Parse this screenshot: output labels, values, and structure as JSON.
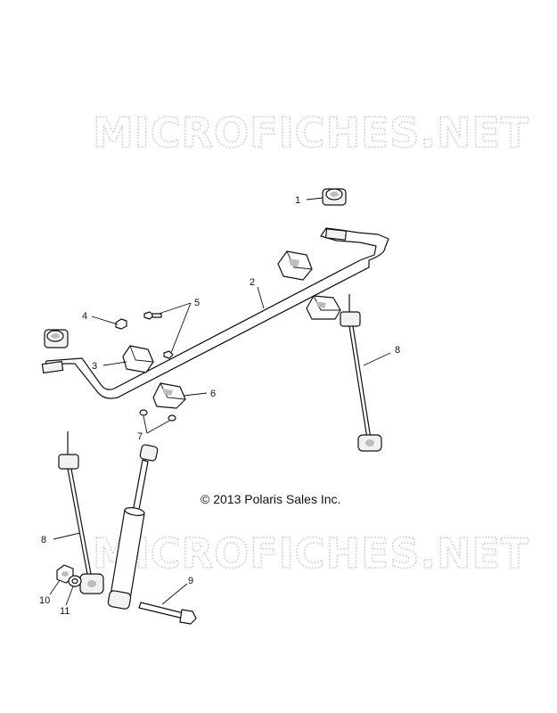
{
  "watermark": "MICROFICHES.NET",
  "copyright": "© 2013 Polaris Sales Inc.",
  "callouts": {
    "c1": "1",
    "c2": "2",
    "c3": "3",
    "c4": "4",
    "c5": "5",
    "c6": "6",
    "c7": "7",
    "c8a": "8",
    "c8b": "8",
    "c9": "9",
    "c10": "10",
    "c11": "11"
  }
}
